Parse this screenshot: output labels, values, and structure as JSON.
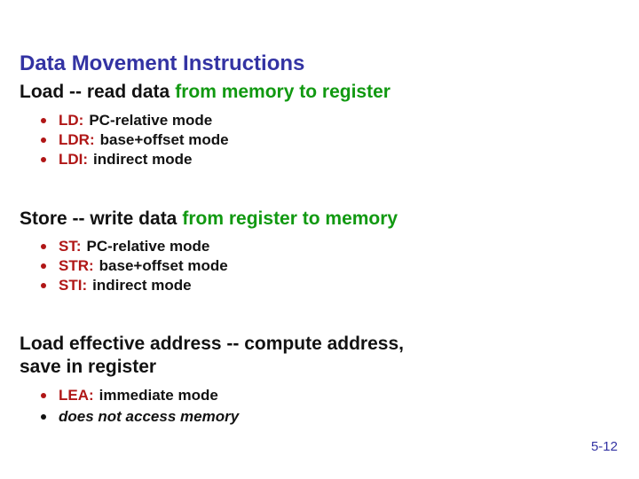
{
  "slide": {
    "title": "Data Movement Instructions",
    "page_number": "5-12",
    "colors": {
      "title_blue": "#3333A3",
      "green": "#119911",
      "red": "#B01616",
      "text_black": "#121212"
    },
    "sections": [
      {
        "heading_black": "Load -- read data",
        "heading_green": "from memory to register",
        "bullets": [
          {
            "keyword": "LD:",
            "text": "PC-relative mode"
          },
          {
            "keyword": "LDR:",
            "text": "base+offset mode"
          },
          {
            "keyword": "LDI:",
            "text": "indirect mode"
          }
        ]
      },
      {
        "heading_black": "Store -- write data",
        "heading_green": "from register to memory",
        "bullets": [
          {
            "keyword": "ST:",
            "text": "PC-relative mode"
          },
          {
            "keyword": "STR:",
            "text": "base+offset mode"
          },
          {
            "keyword": "STI:",
            "text": "indirect mode"
          }
        ]
      },
      {
        "heading_line1": "Load effective address -- compute address,",
        "heading_line2": "save in register",
        "bullets": [
          {
            "keyword": "LEA:",
            "text": "immediate mode"
          },
          {
            "keyword": "",
            "text": "does not access memory"
          }
        ]
      }
    ]
  }
}
